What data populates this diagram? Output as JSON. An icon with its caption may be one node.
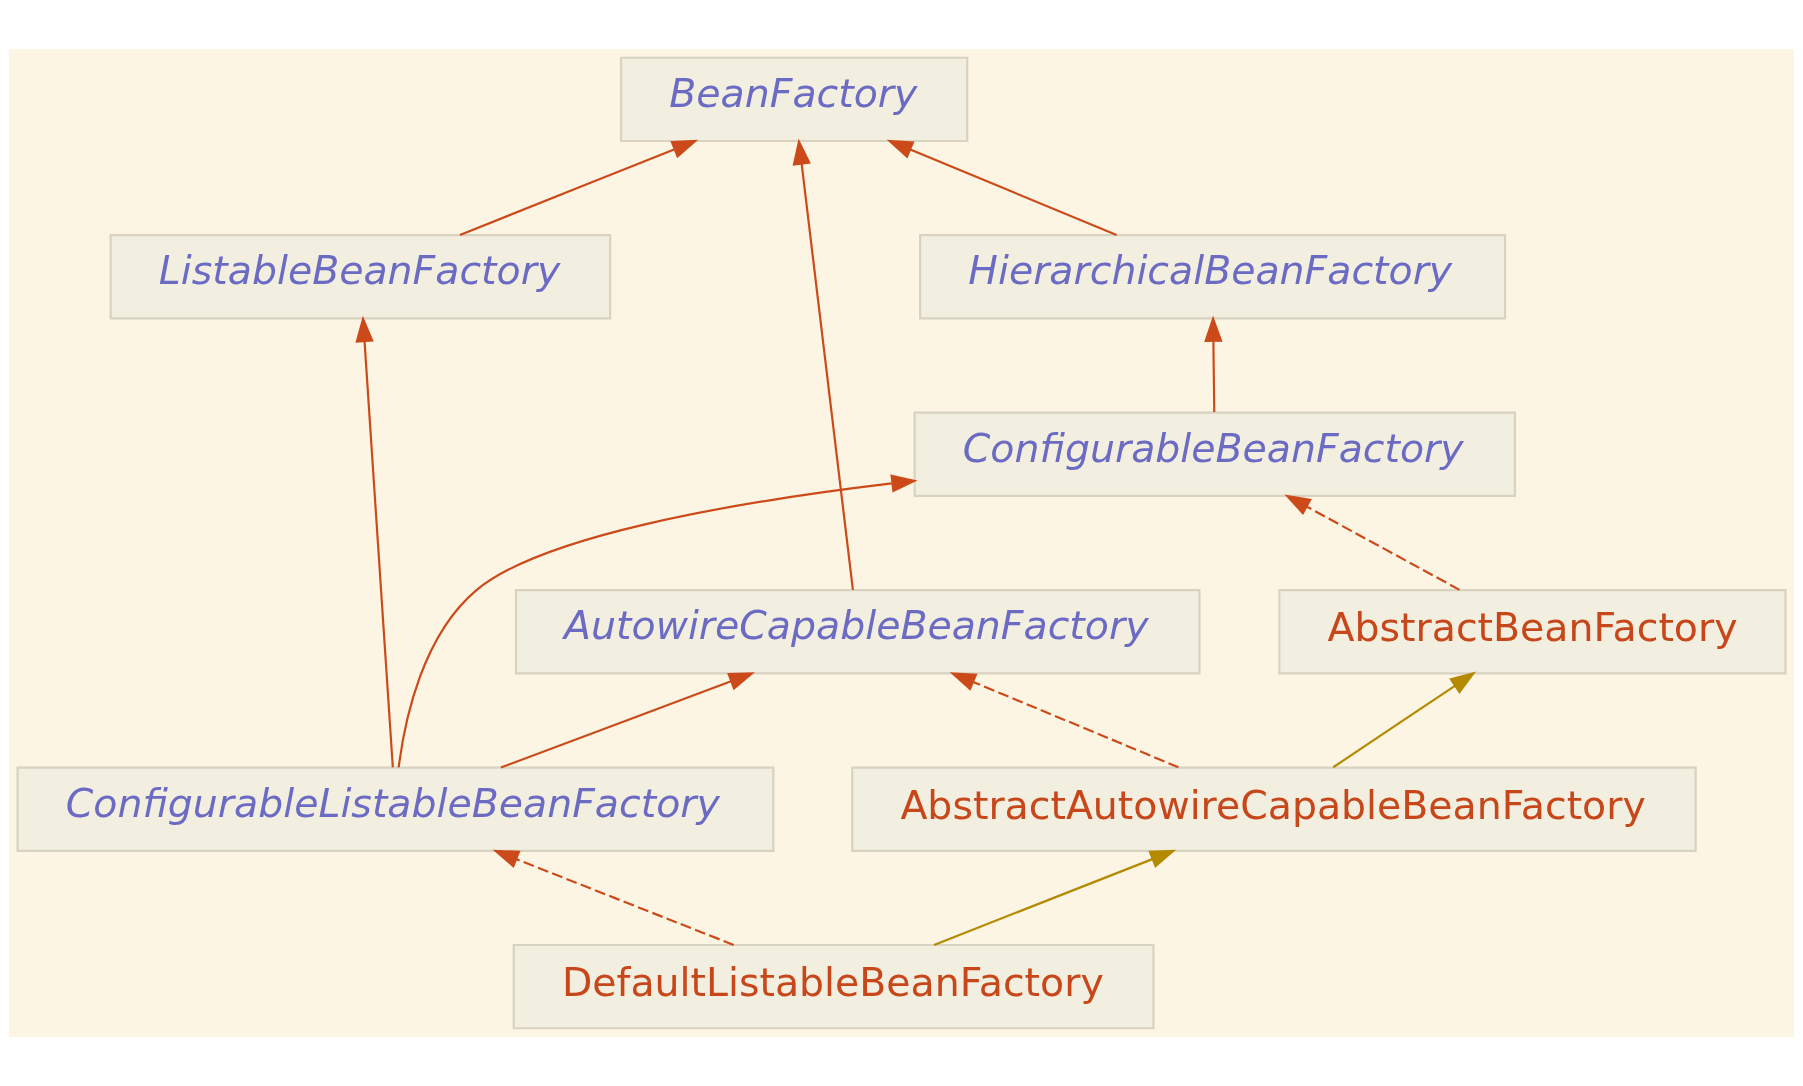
{
  "diagram": {
    "nodes": [
      {
        "text": [
          "BeanFactory"
        ]
      },
      {
        "text": [
          "ListableBeanFactory"
        ]
      },
      {
        "text": [
          "HierarchicalBeanFactory"
        ]
      },
      {
        "text": [
          "ConfigurableBeanFactory"
        ]
      },
      {
        "text": [
          "AutowireCapableBeanFactory"
        ]
      },
      {
        "text": [
          "AbstractBeanFactory"
        ]
      },
      {
        "text": [
          "ConfigurableListableBeanFactory"
        ]
      },
      {
        "text": [
          "AbstractAutowireCapableBeanFactory"
        ]
      },
      {
        "text": [
          "DefaultListableBeanFactory"
        ]
      }
    ],
    "edges": [
      {
        "from": 1,
        "to": 0,
        "arrow": "to"
      },
      {
        "from": 4,
        "to": 0,
        "arrow": "to"
      },
      {
        "from": 2,
        "to": 0,
        "arrow": "to"
      },
      {
        "from": 3,
        "to": 2,
        "arrow": "to"
      },
      {
        "from": 5,
        "to": 3,
        "arrow": "to",
        "style": "dashed"
      },
      {
        "from": 6,
        "to": 1,
        "arrow": "to"
      },
      {
        "from": 6,
        "to": 4,
        "arrow": "to"
      },
      {
        "from": 6,
        "to": 3,
        "arrow": "to"
      },
      {
        "from": 7,
        "to": 4,
        "arrow": "to",
        "style": "dashed"
      },
      {
        "from": 7,
        "to": 5,
        "arrow": "to",
        "color": "#b38a00"
      },
      {
        "from": 8,
        "to": 6,
        "arrow": "to",
        "style": "dashed"
      },
      {
        "from": 8,
        "to": 7,
        "arrow": "to",
        "color": "#b38a00"
      }
    ]
  }
}
